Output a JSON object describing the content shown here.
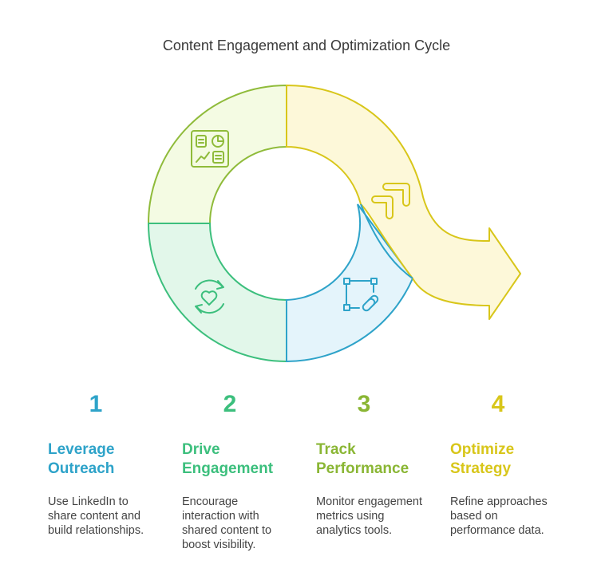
{
  "title": "Content Engagement and Optimization Cycle",
  "colors": {
    "leverage": "#2ea3c9",
    "drive": "#3cbf7d",
    "track": "#8ab634",
    "optimize": "#d8c61a"
  },
  "icons": {
    "segment_top_left": "dashboard-icon",
    "segment_bottom_left": "heart-refresh-icon",
    "segment_bottom_right": "connected-nodes-icon",
    "arrow": "stairs-arrow-icon"
  },
  "steps": [
    {
      "number": "1",
      "heading": "Leverage\nOutreach",
      "description": "Use LinkedIn to\nshare content and\nbuild relationships."
    },
    {
      "number": "2",
      "heading": "Drive\nEngagement",
      "description": "Encourage\ninteraction with\nshared content to\nboost visibility."
    },
    {
      "number": "3",
      "heading": "Track\nPerformance",
      "description": "Monitor engagement\nmetrics using\nanalytics tools."
    },
    {
      "number": "4",
      "heading": "Optimize\nStrategy",
      "description": "Refine approaches\nbased on\nperformance data."
    }
  ]
}
